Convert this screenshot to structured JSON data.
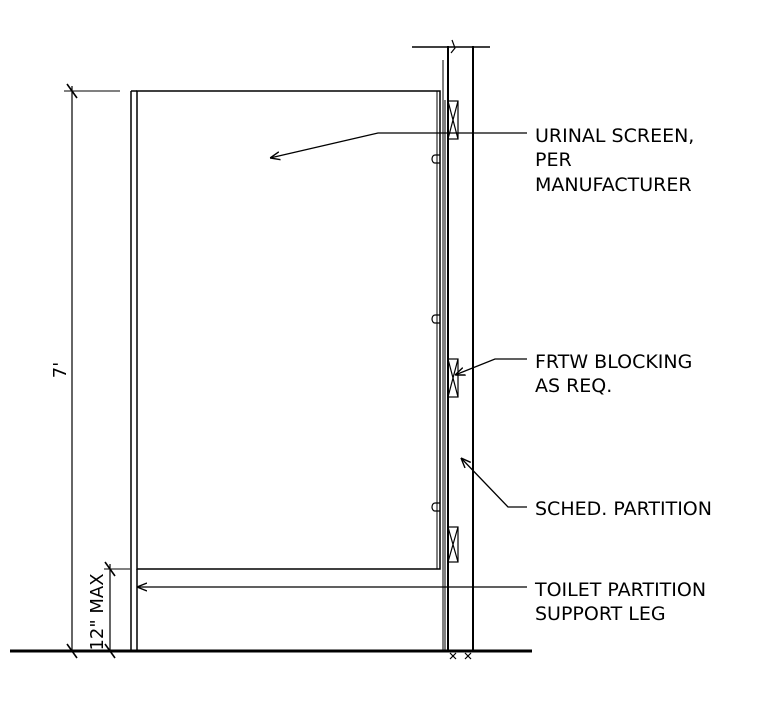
{
  "labels": {
    "urinal_screen": [
      "URINAL SCREEN,",
      "PER",
      "MANUFACTURER"
    ],
    "frtw_blocking": [
      "FRTW BLOCKING",
      "AS REQ."
    ],
    "sched_partition": [
      "SCHED. PARTITION"
    ],
    "support_leg": [
      "TOILET PARTITION",
      "SUPPORT LEG"
    ]
  },
  "dimensions": {
    "height": "7'",
    "leg_max": "12\" MAX"
  }
}
